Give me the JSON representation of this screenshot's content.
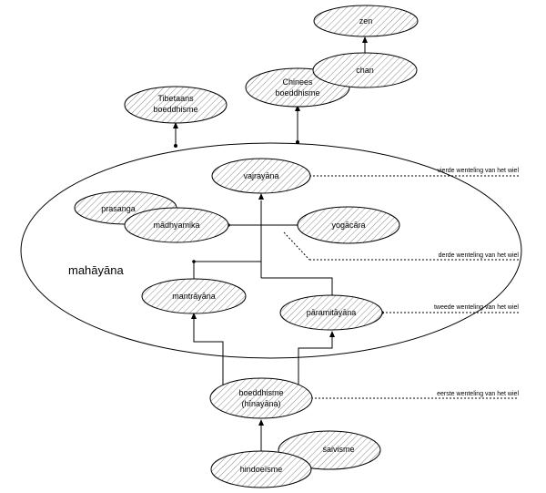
{
  "diagram": {
    "region_label": "mahāyāna",
    "nodes": {
      "zen": "zen",
      "chan": "chan",
      "chinese_line1": "Chinees",
      "chinese_line2": "boeddhisme",
      "tibetan_line1": "Tibetaans",
      "tibetan_line2": "boeddhisme",
      "vajrayana": "vajrayāna",
      "prasanga": "prasanga",
      "madhyamika": "mādhyamika",
      "yogacara": "yogācāra",
      "mantrayana": "mantrāyāna",
      "paramitayana": "pāramitāyāna",
      "buddhism_line1": "boeddhisme",
      "buddhism_line2": "(hīnayāna)",
      "saivism": "śaivisme",
      "hinduism": "hindoeïsme"
    },
    "wheel_turnings": {
      "fourth": "vierde wenteling van het wiel",
      "third": "derde wenteling van het wiel",
      "second": "tweede wenteling van het wiel",
      "first": "eerste wenteling van het wiel"
    }
  }
}
